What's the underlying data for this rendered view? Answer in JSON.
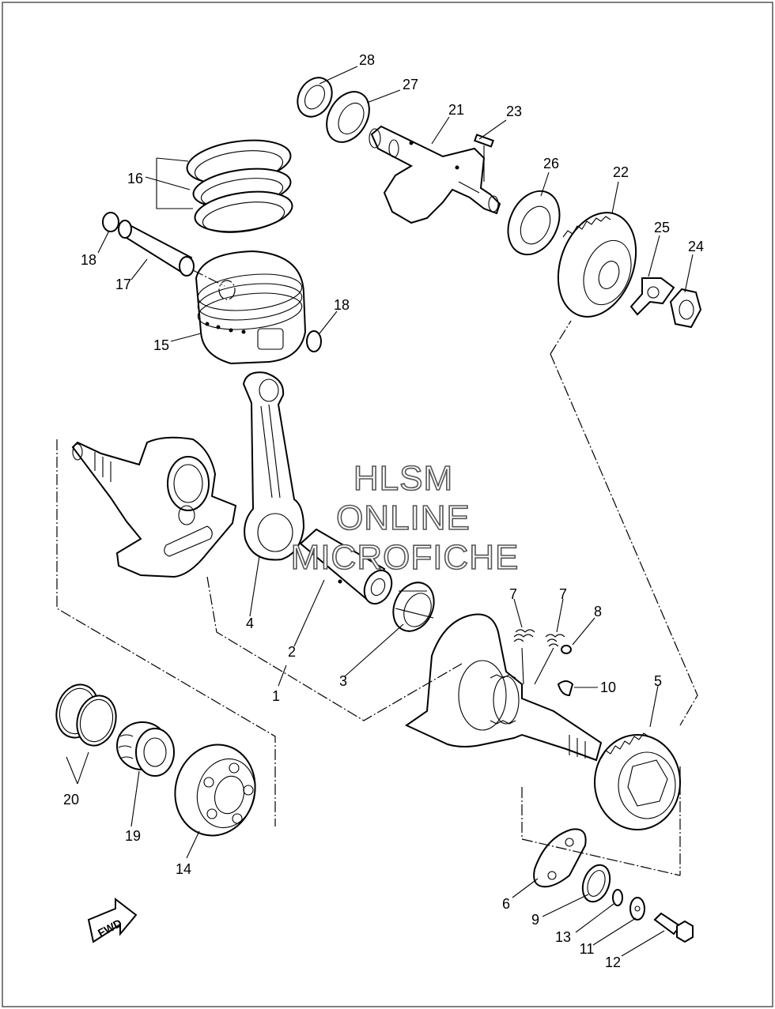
{
  "labels": {
    "p1": "1",
    "p2": "2",
    "p3": "3",
    "p4": "4",
    "p5": "5",
    "p6": "6",
    "p7a": "7",
    "p7b": "7",
    "p8": "8",
    "p9": "9",
    "p10": "10",
    "p11": "11",
    "p12": "12",
    "p13": "13",
    "p14": "14",
    "p15": "15",
    "p16": "16",
    "p17": "17",
    "p18a": "18",
    "p18b": "18",
    "p19": "19",
    "p20": "20",
    "p21": "21",
    "p22": "22",
    "p23": "23",
    "p24": "24",
    "p25": "25",
    "p26": "26",
    "p27": "27",
    "p28": "28"
  },
  "watermark": {
    "line1": "HLSM",
    "line2": "ONLINE",
    "line3": "MICROFICHE"
  },
  "fwd_arrow": "FWD"
}
